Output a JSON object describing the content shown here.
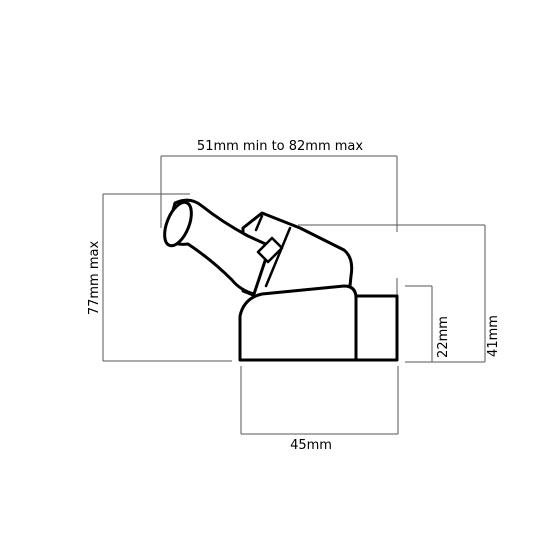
{
  "dimensions": {
    "span": "51mm min to 82mm max",
    "height_max": "77mm max",
    "base_width": "45mm",
    "outlet_height": "22mm",
    "body_height": "41mm"
  },
  "colors": {
    "outline": "#000000",
    "dimension_line": "#555555",
    "background": "#ffffff"
  }
}
